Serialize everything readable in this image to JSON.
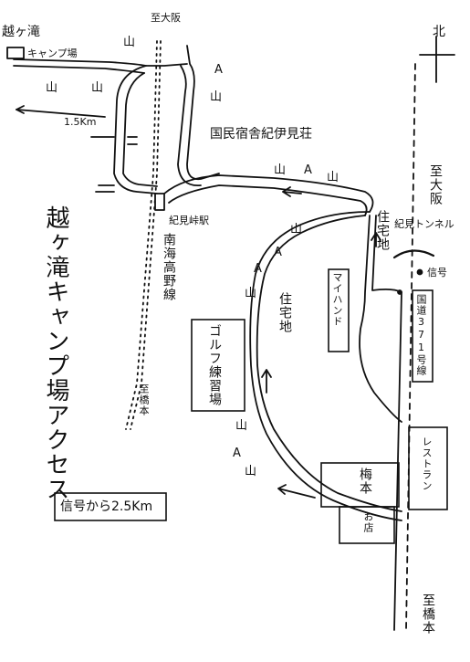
{
  "header": {
    "destination_label": "越ヶ滝",
    "camp_label": "キャンプ場"
  },
  "direction": {
    "north": "北",
    "to_osaka_top": "至大阪",
    "to_osaka_right": "至大阪",
    "to_hashimoto_right": "至橋本",
    "to_hashimoto_rail": "至橋本"
  },
  "places": {
    "lodge": "国民宿舎紀伊見荘",
    "station": "紀見峠駅",
    "railway": "南海高野線",
    "housing_1": "住宅地",
    "housing_2": "住宅地",
    "golf": "ゴルフ練習場",
    "myhand": "マイハンド",
    "tunnel": "紀見トンネル",
    "signal": "信号",
    "route": "国道371号線",
    "restaurant": "レストラン",
    "shop_1": "梅本",
    "shop_2": "お店",
    "distance_15": "1.5Km"
  },
  "title": "越ヶ滝キャンプ場アクセス",
  "note": "信号から2.5Km",
  "mountain_marks": [
    "山",
    "A"
  ],
  "stroke_color": "#111111"
}
